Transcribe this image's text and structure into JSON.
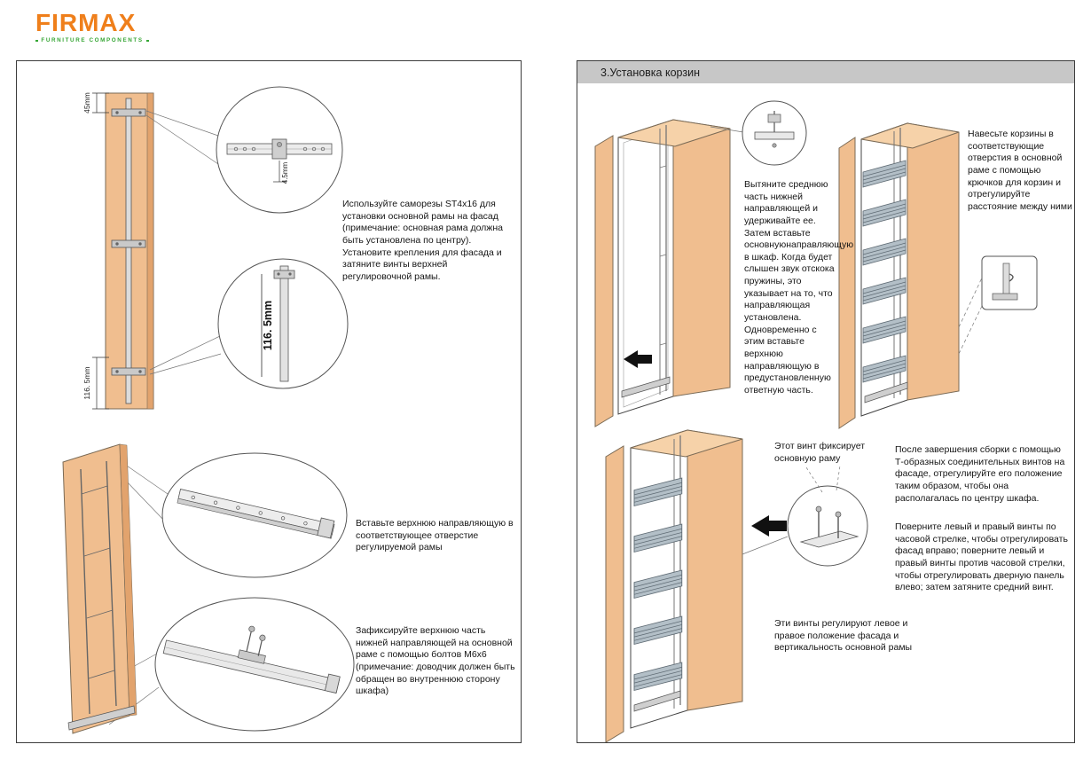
{
  "logo": {
    "brand": "FIRMAX",
    "tagline": "FURNITURE COMPONENTS"
  },
  "left_panel": {
    "dims": {
      "top": "45mm",
      "detail_top": "4.5mm",
      "detail_mid": "116. 5mm",
      "bottom": "116. 5mm"
    },
    "step1": "Используйте саморезы ST4x16 для установки основной рамы на фасад (примечание: основная рама должна быть установлена по центру). Установите крепления для фасада и затяните винты верхней регулировочной рамы.",
    "step2": "Вставьте верхнюю направляющую в соответствующее отверстие регулируемой рамы",
    "step3": "Зафиксируйте верхнюю часть нижней направляющей на основной раме с помощью болтов М6х6 (примечание: доводчик должен быть обращен во внутреннюю сторону шкафа)"
  },
  "right_panel": {
    "header": "3.Установка корзин",
    "step1": "Вытяните среднюю часть нижней направляющей и удерживайте ее. Затем вставьте основнуюнаправляющую в шкаф. Когда будет слышен звук отскока пружины, это указывает на то, что направляющая установлена. Одновременно с этим вставьте верхнюю направляющую в предустановленную ответную часть.",
    "step2": "Навесьте корзины в соответствующие отверстия в основной раме с помощью крючков для корзин и отрегулируйте расстояние между ними",
    "step3": "Этот винт фиксирует основную раму",
    "step4": "После завершения сборки с помощью Т-образных соединительных винтов на фасаде, отрегулируйте его положение таким образом, чтобы она располагалась по центру шкафа.",
    "step5": "Поверните левый и правый винты по часовой стрелке, чтобы отрегулировать фасад вправо; поверните левый и правый винты против часовой стрелки, чтобы отрегулировать дверную панель влево; затем затяните средний винт.",
    "step6": "Эти винты регулируют левое и правое положение фасада и вертикальность основной рамы"
  },
  "colors": {
    "wood": "#f0be8f",
    "wood_dark": "#e2a36d",
    "wood_light": "#f6d2a9",
    "basket": "#b3bfc7",
    "header_bg": "#c7c7c7",
    "logo_orange": "#ef7f1b",
    "logo_green": "#36a635"
  }
}
